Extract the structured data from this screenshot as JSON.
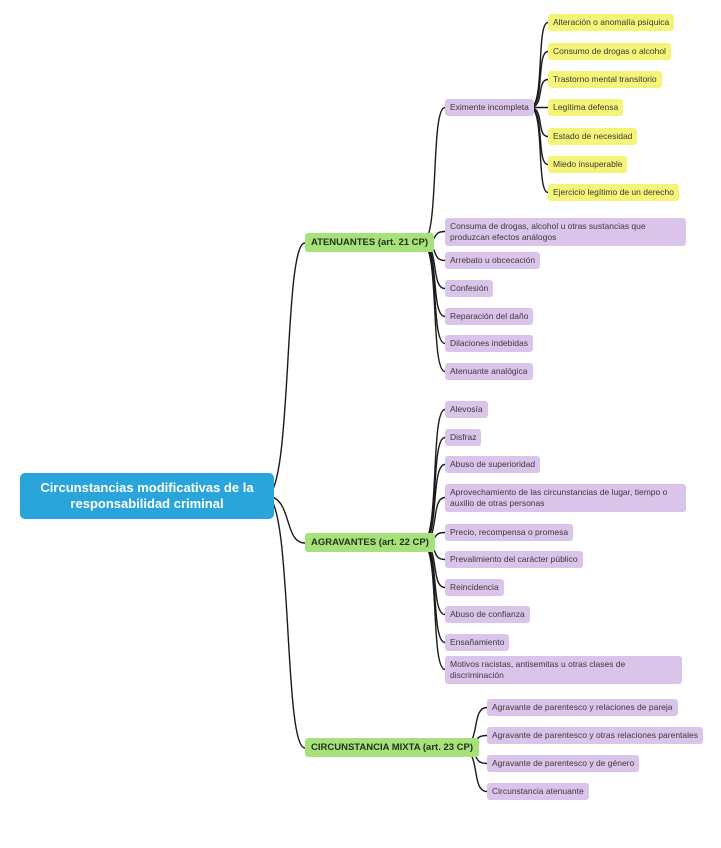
{
  "colors": {
    "root_bg": "#29a5dc",
    "branch_bg": "#a6e17c",
    "sub_bg": "#dbc4ea",
    "leaf_bg": "#f4f479",
    "line": "#1b1b1b"
  },
  "root": {
    "label": "Circunstancias modificativas de la responsabilidad criminal"
  },
  "branches": [
    {
      "label": "ATENUANTES (art. 21 CP)",
      "children": [
        {
          "label": "Eximente incompleta",
          "children": [
            "Alteración o anomalía psíquica",
            "Consumo de drogas o alcohol",
            "Trastorno mental transitorio",
            "Legítima defensa",
            "Estado de necesidad",
            "Miedo insuperable",
            "Ejercicio legítimo de un derecho"
          ]
        },
        {
          "label": "Consuma de drogas, alcohol u otras sustancias que produzcan efectos análogos"
        },
        {
          "label": "Arrebato u obcecación"
        },
        {
          "label": "Confesión"
        },
        {
          "label": "Reparación del daño"
        },
        {
          "label": "Dilaciones indebidas"
        },
        {
          "label": "Atenuante analógica"
        }
      ]
    },
    {
      "label": "AGRAVANTES (art. 22 CP)",
      "children": [
        {
          "label": "Alevosía"
        },
        {
          "label": "Disfraz"
        },
        {
          "label": "Abuso de superioridad"
        },
        {
          "label": "Aprovechamiento de las circunstancias de lugar, tiempo o auxilio de otras personas"
        },
        {
          "label": "Precio, recompensa o promesa"
        },
        {
          "label": "Prevalimiento del carácter público"
        },
        {
          "label": "Reincidencia"
        },
        {
          "label": "Abuso de confianza"
        },
        {
          "label": "Ensañamiento"
        },
        {
          "label": "Motivos racistas, antisemitas u otras clases de discriminación"
        }
      ]
    },
    {
      "label": "CIRCUNSTANCIA MIXTA (art. 23 CP)",
      "children": [
        {
          "label": "Agravante de parentesco y relaciones de pareja"
        },
        {
          "label": "Agravante de parentesco y otras relaciones parentales"
        },
        {
          "label": "Agravante de parentesco y de género"
        },
        {
          "label": "Circunstancia atenuante"
        }
      ]
    }
  ]
}
